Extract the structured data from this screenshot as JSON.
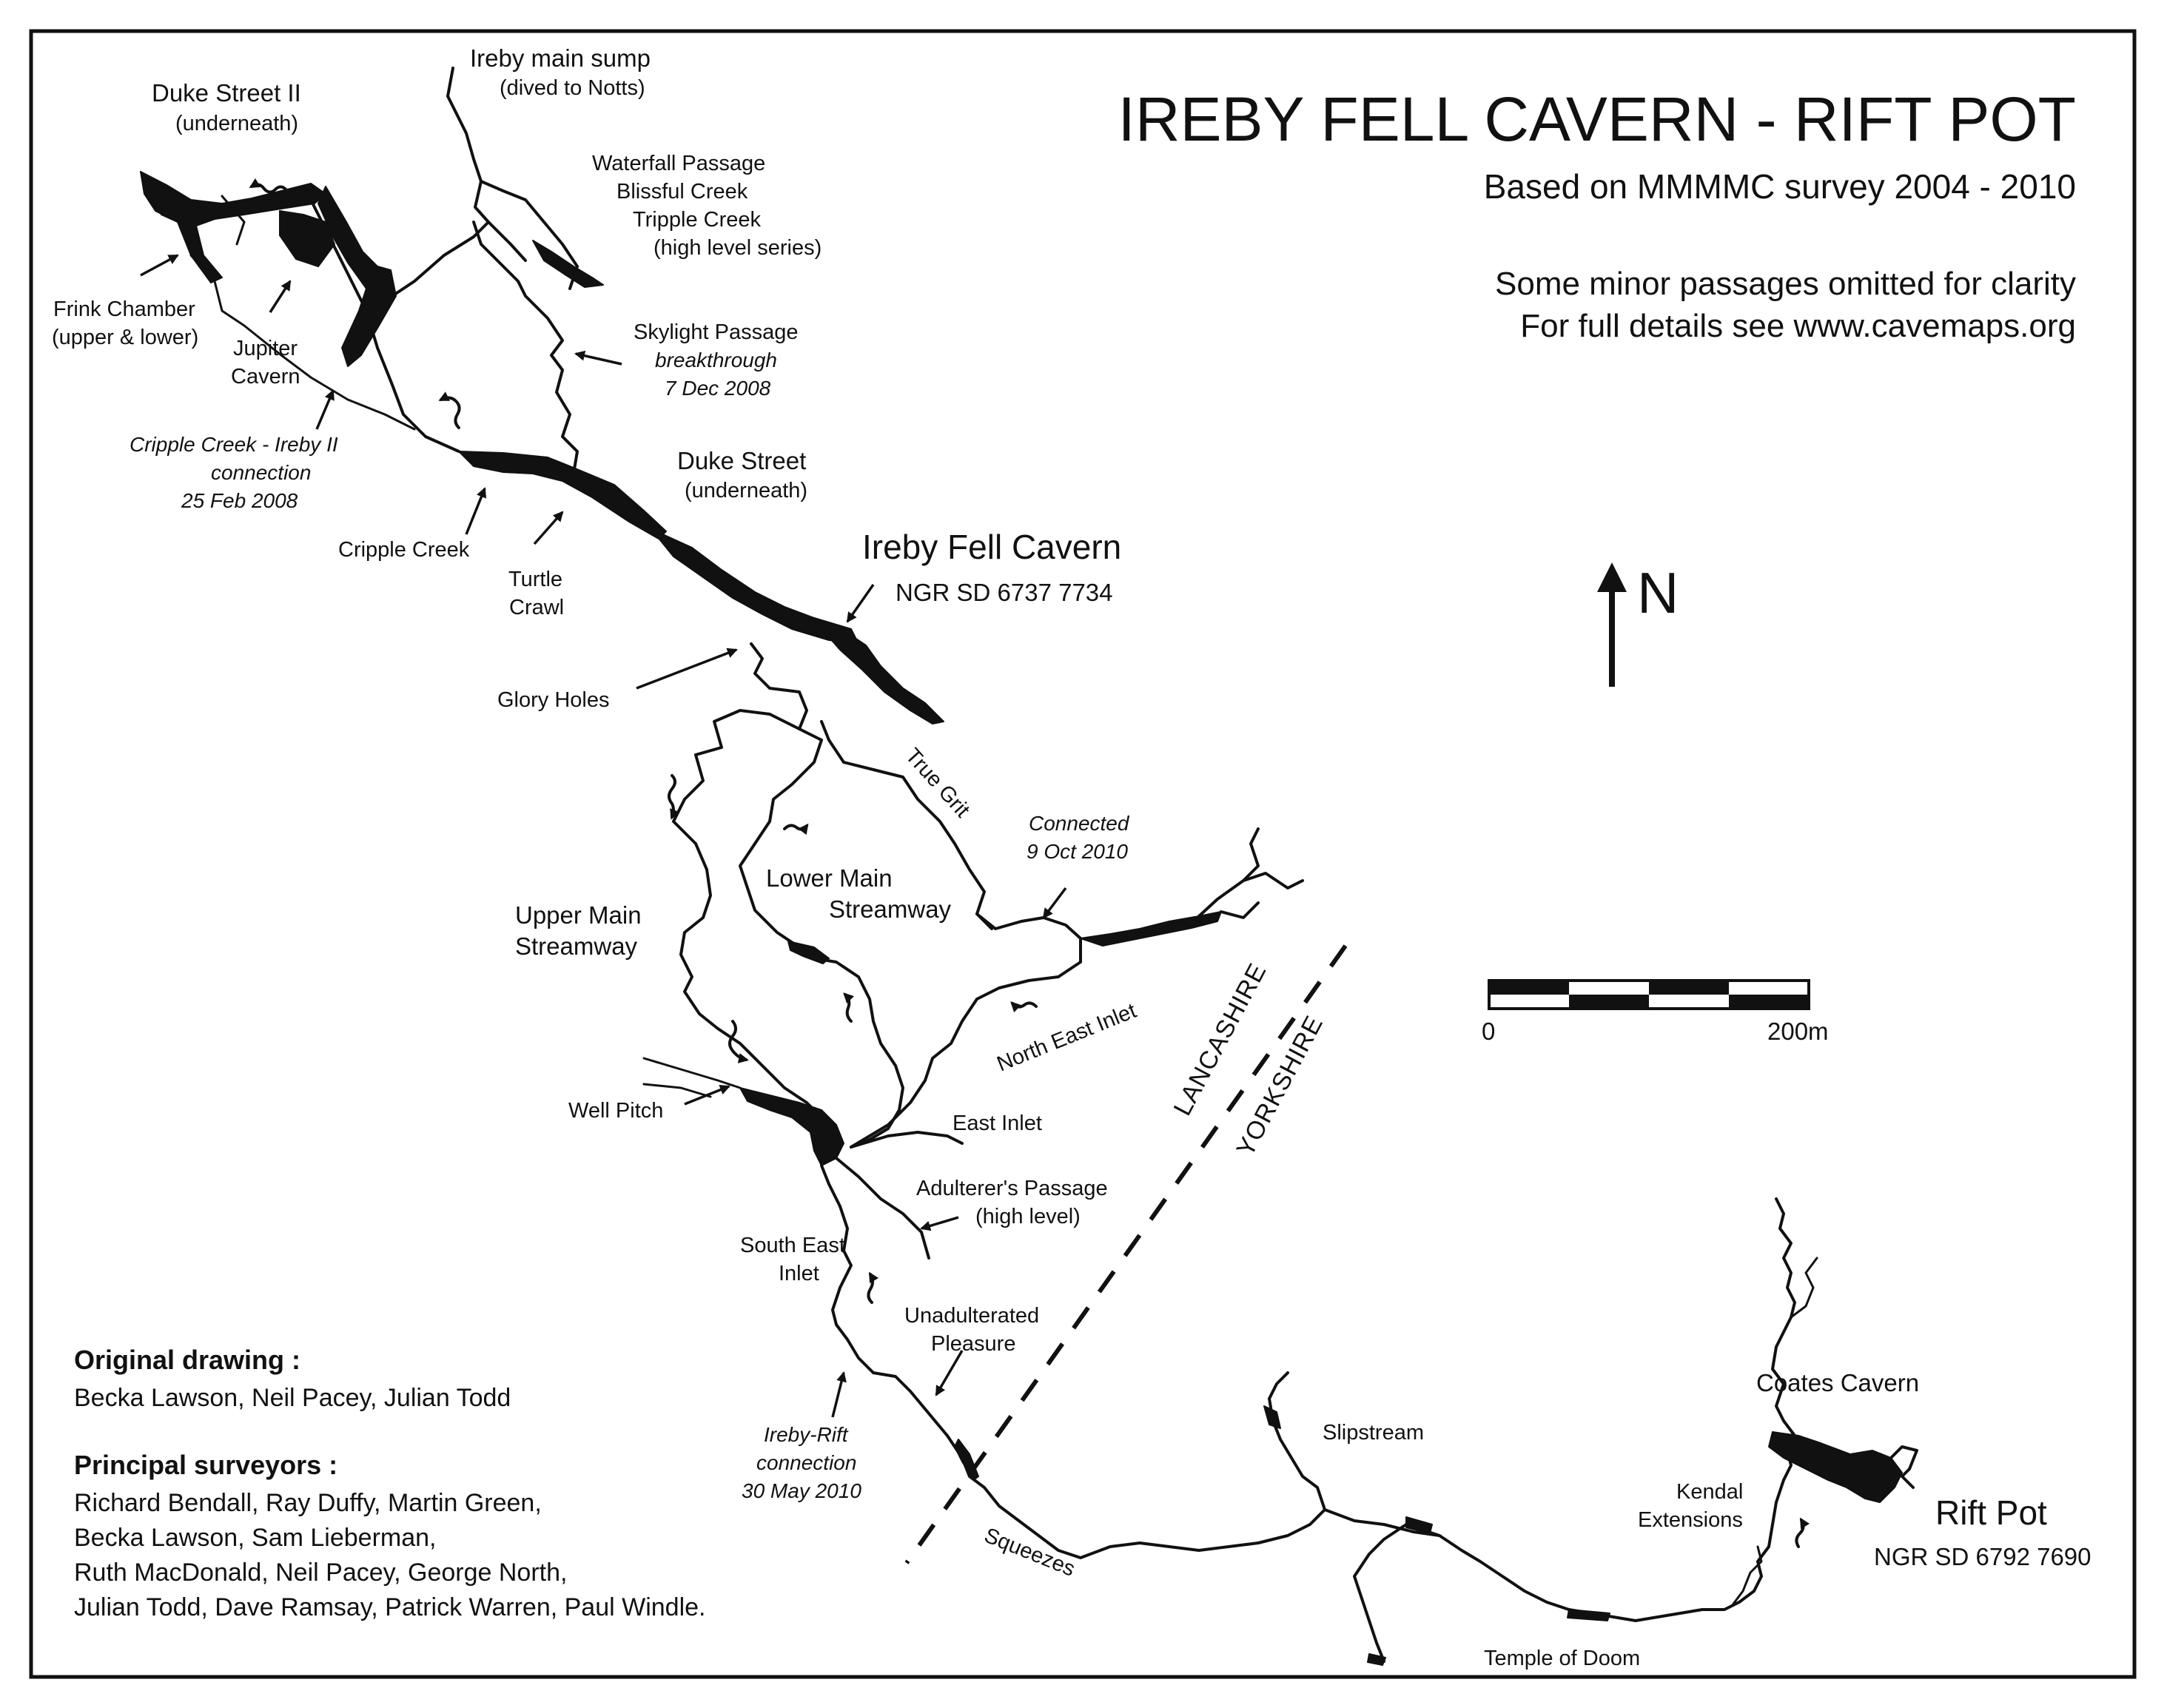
{
  "title": "IREBY FELL CAVERN - RIFT POT",
  "subtitle": "Based on MMMMC survey 2004 - 2010",
  "notes": [
    "Some minor passages omitted for clarity",
    "For full details see www.cavemaps.org"
  ],
  "north_label": "N",
  "scale": {
    "start_label": "0",
    "end_label": "200m"
  },
  "boundary": {
    "west": "LANCASHIRE",
    "east": "YORKSHIRE"
  },
  "entrances": [
    {
      "name": "Ireby Fell Cavern",
      "ngr": "NGR SD 6737 7734"
    },
    {
      "name": "Rift Pot",
      "ngr": "NGR SD 6792 7690"
    }
  ],
  "labels": {
    "duke_street_ii": "Duke Street II",
    "duke_street_ii_note": "(underneath)",
    "ireby_main_sump": "Ireby main sump",
    "ireby_main_sump_note": "(dived to Notts)",
    "waterfall_1": "Waterfall Passage",
    "waterfall_2": "Blissful Creek",
    "waterfall_3": "Tripple Creek",
    "waterfall_4": "(high level series)",
    "frink_1": "Frink Chamber",
    "frink_2": "(upper & lower)",
    "jupiter_1": "Jupiter",
    "jupiter_2": "Cavern",
    "skylight_1": "Skylight Passage",
    "skylight_2": "breakthrough",
    "skylight_3": "7 Dec 2008",
    "cripple_conn_1": "Cripple Creek - Ireby II",
    "cripple_conn_2": "connection",
    "cripple_conn_3": "25 Feb 2008",
    "duke_street": "Duke Street",
    "duke_street_note": "(underneath)",
    "cripple_creek": "Cripple Creek",
    "turtle_1": "Turtle",
    "turtle_2": "Crawl",
    "glory_holes": "Glory Holes",
    "true_grit": "True Grit",
    "connected_1": "Connected",
    "connected_2": "9 Oct 2010",
    "lower_main_1": "Lower Main",
    "lower_main_2": "Streamway",
    "upper_main_1": "Upper Main",
    "upper_main_2": "Streamway",
    "north_east_inlet": "North East Inlet",
    "well_pitch": "Well Pitch",
    "east_inlet": "East Inlet",
    "adulterer_1": "Adulterer's Passage",
    "adulterer_2": "(high level)",
    "south_east_1": "South East",
    "south_east_2": "Inlet",
    "unadulterated_1": "Unadulterated",
    "unadulterated_2": "Pleasure",
    "ireby_rift_1": "Ireby-Rift",
    "ireby_rift_2": "connection",
    "ireby_rift_3": "30 May 2010",
    "squeezes": "Squeezes",
    "slipstream": "Slipstream",
    "temple": "Temple of Doom",
    "coates": "Coates Cavern",
    "kendal_1": "Kendal",
    "kendal_2": "Extensions"
  },
  "credits": {
    "original_heading": "Original drawing :",
    "original_names": "Becka Lawson, Neil Pacey, Julian Todd",
    "surveyors_heading": "Principal surveyors :",
    "surveyors_lines": [
      "Richard Bendall, Ray Duffy, Martin Green,",
      "Becka Lawson, Sam Lieberman,",
      "Ruth MacDonald, Neil Pacey, George North,",
      "Julian Todd, Dave Ramsay, Patrick Warren, Paul Windle."
    ]
  }
}
